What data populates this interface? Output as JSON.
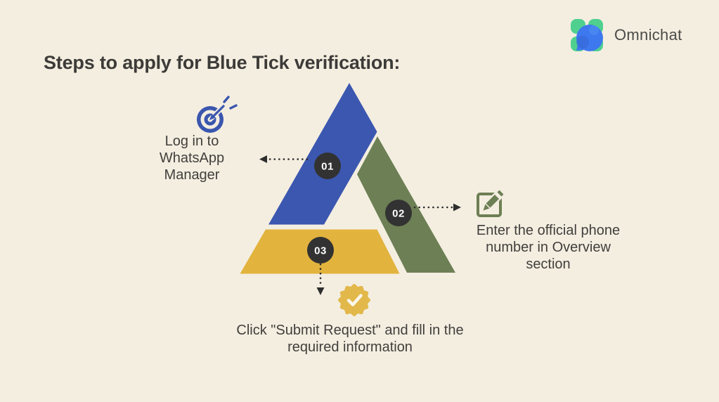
{
  "page": {
    "title": "Steps to apply for Blue Tick verification:"
  },
  "brand": {
    "name": "Omnichat",
    "logo_icon": "omnichat-logo"
  },
  "colors": {
    "background": "#f4eee1",
    "title_text": "#3d3b38",
    "body_text": "#413f3c",
    "step1_blue": "#3b57b0",
    "step2_green": "#6d7f54",
    "step3_yellow": "#e2b33d",
    "seal_gold": "#e2b84a",
    "badge_dark": "#323232",
    "arrow": "#2e2e2e",
    "logo_mint": "#4fd08f",
    "logo_blue": "#3e78ee"
  },
  "steps": [
    {
      "number": "01",
      "icon": "target-goal-icon",
      "lines": [
        "Log in to",
        "WhatsApp",
        "Manager"
      ]
    },
    {
      "number": "02",
      "icon": "edit-pencil-icon",
      "lines": [
        "Enter the official phone",
        "number in Overview",
        "section"
      ]
    },
    {
      "number": "03",
      "icon": "verified-badge-icon",
      "lines": [
        "Click \"Submit Request\" and fill in the",
        "required information"
      ]
    }
  ]
}
